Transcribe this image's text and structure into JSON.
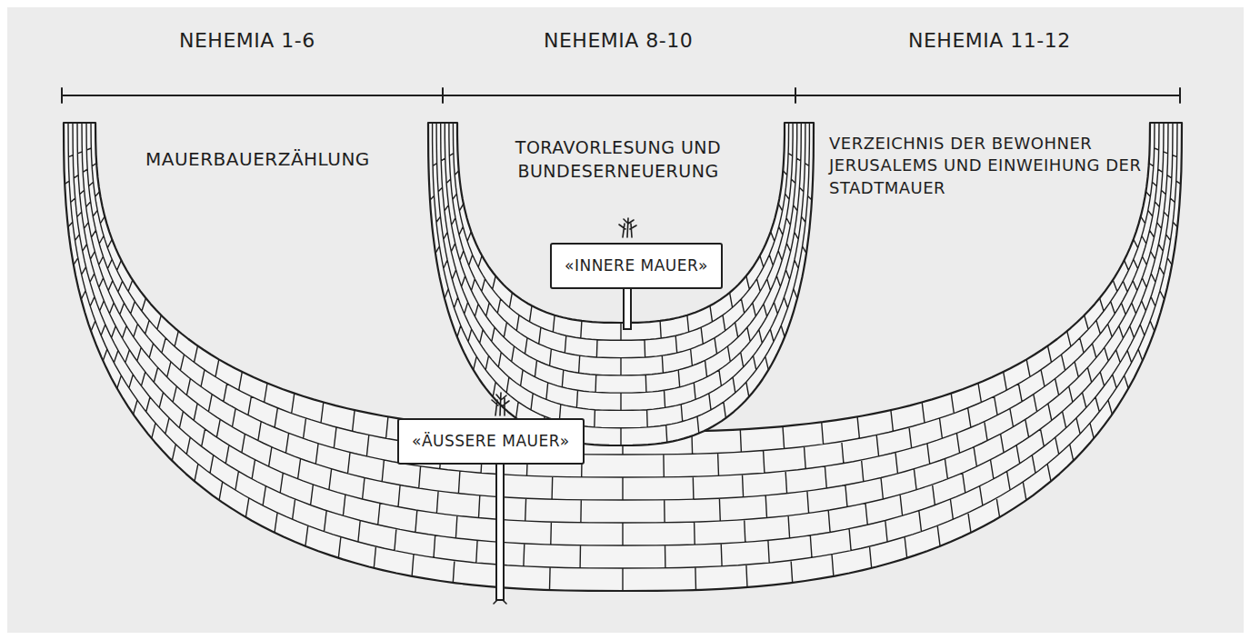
{
  "diagram": {
    "nodes": [
      {
        "text": [
          "«ÄUSSERE MAUER»"
        ]
      },
      {
        "text": [
          "«INNERE MAUER»"
        ]
      }
    ],
    "labels": [
      "NEHEMIA 1-6",
      "NEHEMIA 8-10",
      "NEHEMIA 11-12",
      "MAUERBAUERZÄHLUNG",
      "TORAVORLESUNG UND BUNDESERNEUERUNG",
      "VERZEICHNIS DER BEWOHNER JERUSALEMS UND EINWEIHUNG DER STADTMAUER"
    ]
  }
}
